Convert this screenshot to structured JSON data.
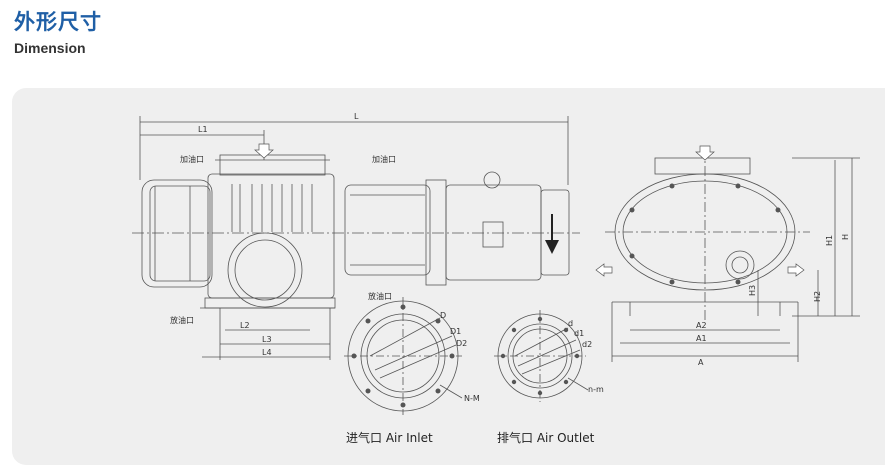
{
  "header": {
    "title_zh": "外形尺寸",
    "title_en": "Dimension"
  },
  "labels": {
    "L": "L",
    "L1": "L1",
    "L2": "L2",
    "L3": "L3",
    "L4": "L4",
    "oil_fill": "加油口",
    "oil_drain": "放油口",
    "D": "D",
    "D1": "D1",
    "D2": "D2",
    "NM": "N-M",
    "d": "d",
    "d1": "d1",
    "d2": "d2",
    "nm": "n-m",
    "A": "A",
    "A1": "A1",
    "A2": "A2",
    "H": "H",
    "H1": "H1",
    "H2": "H2",
    "H3": "H3"
  },
  "captions": {
    "inlet": "进气口 Air Inlet",
    "outlet": "排气口 Air Outlet"
  },
  "colors": {
    "title_blue": "#1f5fa6",
    "panel_bg": "#efefef",
    "line": "#555555"
  },
  "icons": {
    "direction_arrow": "arrow-down-icon",
    "port_arrow": "arrow-outline-icon"
  }
}
